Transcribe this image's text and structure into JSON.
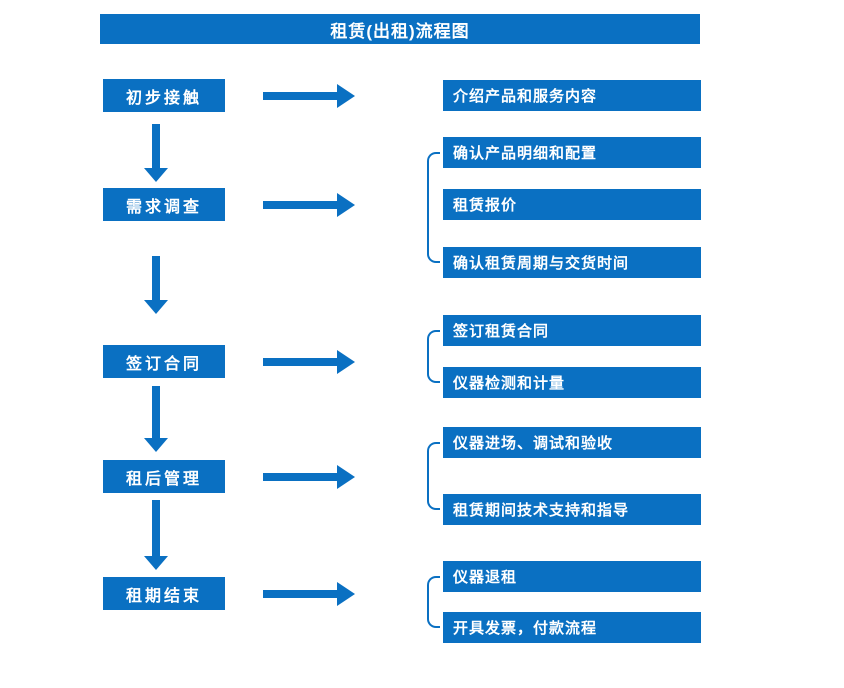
{
  "title": "租赁(出租)流程图",
  "colors": {
    "primary": "#0a70c2",
    "text_on_primary": "#ffffff",
    "background": "#ffffff"
  },
  "stages": [
    {
      "label": "初步接触",
      "details": [
        "介绍产品和服务内容"
      ]
    },
    {
      "label": "需求调查",
      "details": [
        "确认产品明细和配置",
        "租赁报价",
        "确认租赁周期与交货时间"
      ]
    },
    {
      "label": "签订合同",
      "details": [
        "签订租赁合同",
        "仪器检测和计量"
      ]
    },
    {
      "label": "租后管理",
      "details": [
        "仪器进场、调试和验收",
        "租赁期间技术支持和指导"
      ]
    },
    {
      "label": "租期结束",
      "details": [
        "仪器退租",
        "开具发票，付款流程"
      ]
    }
  ]
}
